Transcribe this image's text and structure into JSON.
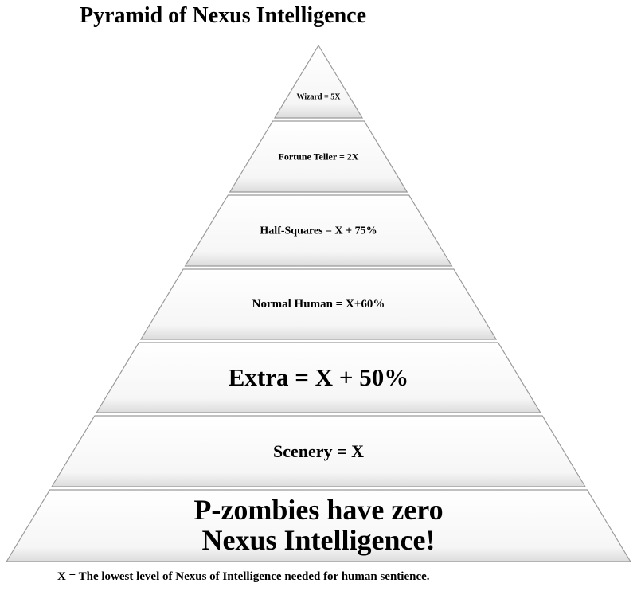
{
  "title": "Pyramid of Nexus Intelligence",
  "tiers": [
    {
      "label": "Wizard = 5X"
    },
    {
      "label": "Fortune Teller =  2X"
    },
    {
      "label": "Half-Squares = X + 75%"
    },
    {
      "label": "Normal Human = X+60%"
    },
    {
      "label": "Extra = X + 50%"
    },
    {
      "label": "Scenery = X"
    },
    {
      "label": "P-zombies have zero Nexus Intelligence!"
    }
  ],
  "footnote": "X = The lowest level of Nexus of Intelligence needed for human sentience."
}
